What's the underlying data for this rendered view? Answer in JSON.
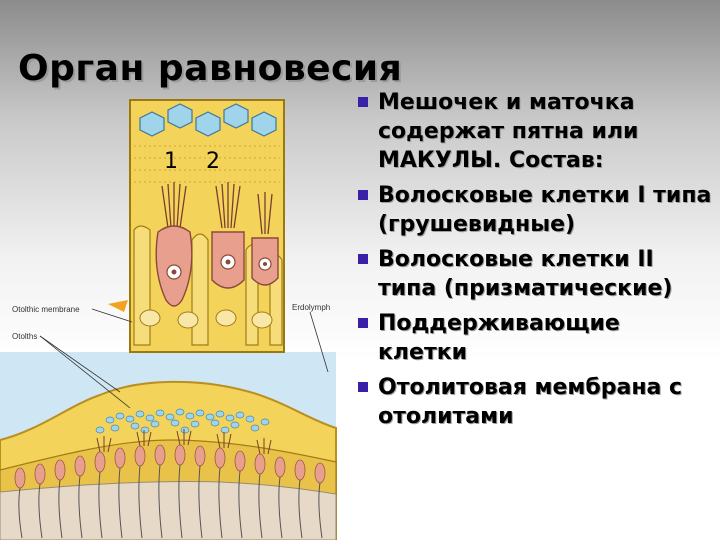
{
  "slide": {
    "title": "Орган равновесия"
  },
  "bullets": [
    {
      "text": "Мешочек и маточка содержат пятна или МАКУЛЫ. Состав:"
    },
    {
      "text": "Волосковые клетки I типа (грушевидные)"
    },
    {
      "text": "Волосковые клетки II типа (призматические)"
    },
    {
      "text": "Поддерживающие клетки"
    },
    {
      "text": "Отолитовая мембрана с отолитами"
    }
  ],
  "figure": {
    "inset_labels": {
      "one": "1",
      "two": "2"
    },
    "labels": {
      "otolithic_membrane": "Otolthic membrane",
      "otoliths": "Otolths",
      "endolymph": "Erdolymph"
    }
  },
  "colors": {
    "bullet": "#3a1fa8",
    "yellow": "#f3d35a",
    "hair_cell": "#e89f8e",
    "crystal": "#9fd4ea",
    "endolymph": "#cfe7f5"
  }
}
